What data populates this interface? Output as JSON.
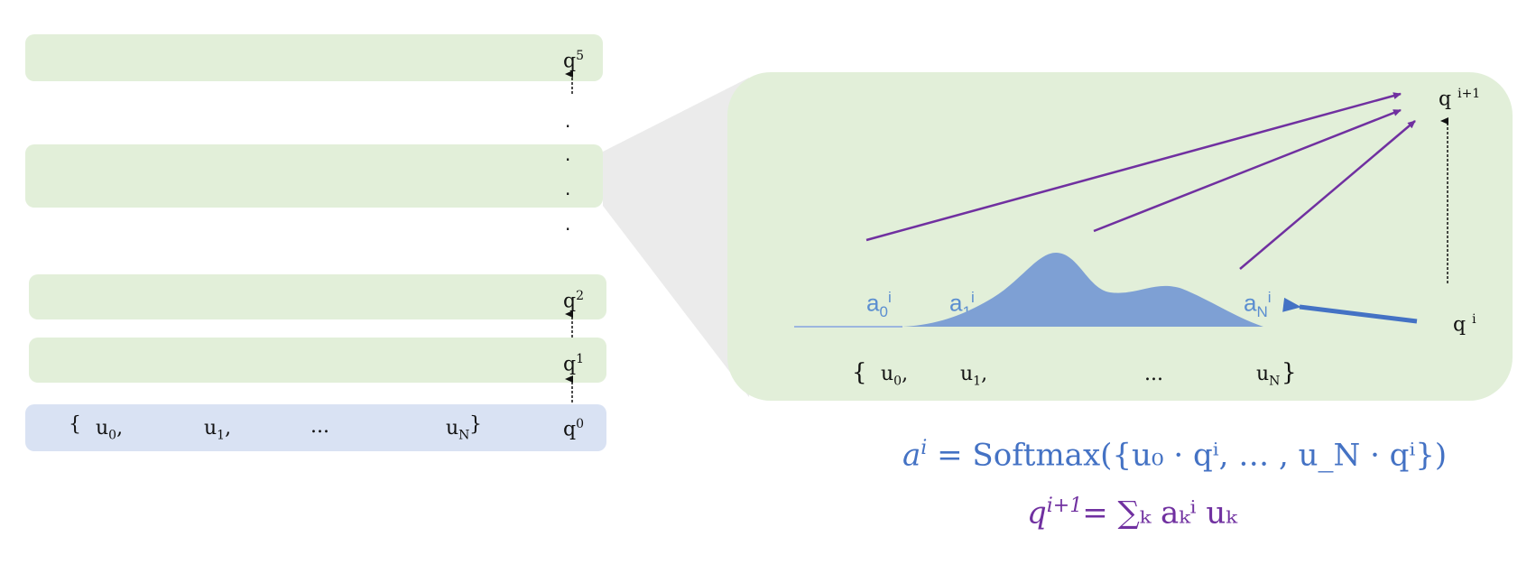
{
  "left_stack": {
    "top_q": "q",
    "top_q_sup": "5",
    "q2": "q",
    "q2_sup": "2",
    "q1": "q",
    "q1_sup": "1",
    "q0": "q",
    "q0_sup": "0",
    "input_brace_open": "{",
    "u0": "u",
    "u0_sub": "0",
    "u0_comma": ",",
    "u1": "u",
    "u1_sub": "1",
    "u1_comma": ",",
    "ellipsis": "...",
    "uN": "u",
    "uN_sub": "N",
    "input_brace_close": "}",
    "vertical_dots": [
      "·",
      "·",
      "·",
      "·"
    ]
  },
  "zoom_panel": {
    "q_next": "q",
    "q_next_sup": "i+1",
    "q_i": "q",
    "q_i_sup": "i",
    "a0": "a",
    "a0_sub": "0",
    "a0_sup": "i",
    "a1": "a",
    "a1_sub": "1",
    "a1_sup": "i",
    "aN": "a",
    "aN_sub": "N",
    "aN_sup": "i",
    "brace_open": "{",
    "u0": "u",
    "u0_sub": "0",
    "u0_comma": ",",
    "u1": "u",
    "u1_sub": "1",
    "u1_comma": ",",
    "ellipsis": "...",
    "uN": "u",
    "uN_sub": "N",
    "brace_close": "}"
  },
  "equations": {
    "line1_lhs": "a",
    "line1_lhs_sup": "i",
    "line1_rhs": " = Softmax({u₀ · qⁱ, … , u_N · qⁱ})",
    "line2_lhs": "q",
    "line2_lhs_sup": "i+1",
    "line2_rhs": "= ∑ₖ aₖⁱ uₖ"
  },
  "colors": {
    "layer_green": "#e2efd9",
    "input_blue": "#d9e2f3",
    "attention_blue": "#5b8ed0",
    "arrow_purple": "#7030a0",
    "zoom_wedge": "#ebebeb"
  }
}
